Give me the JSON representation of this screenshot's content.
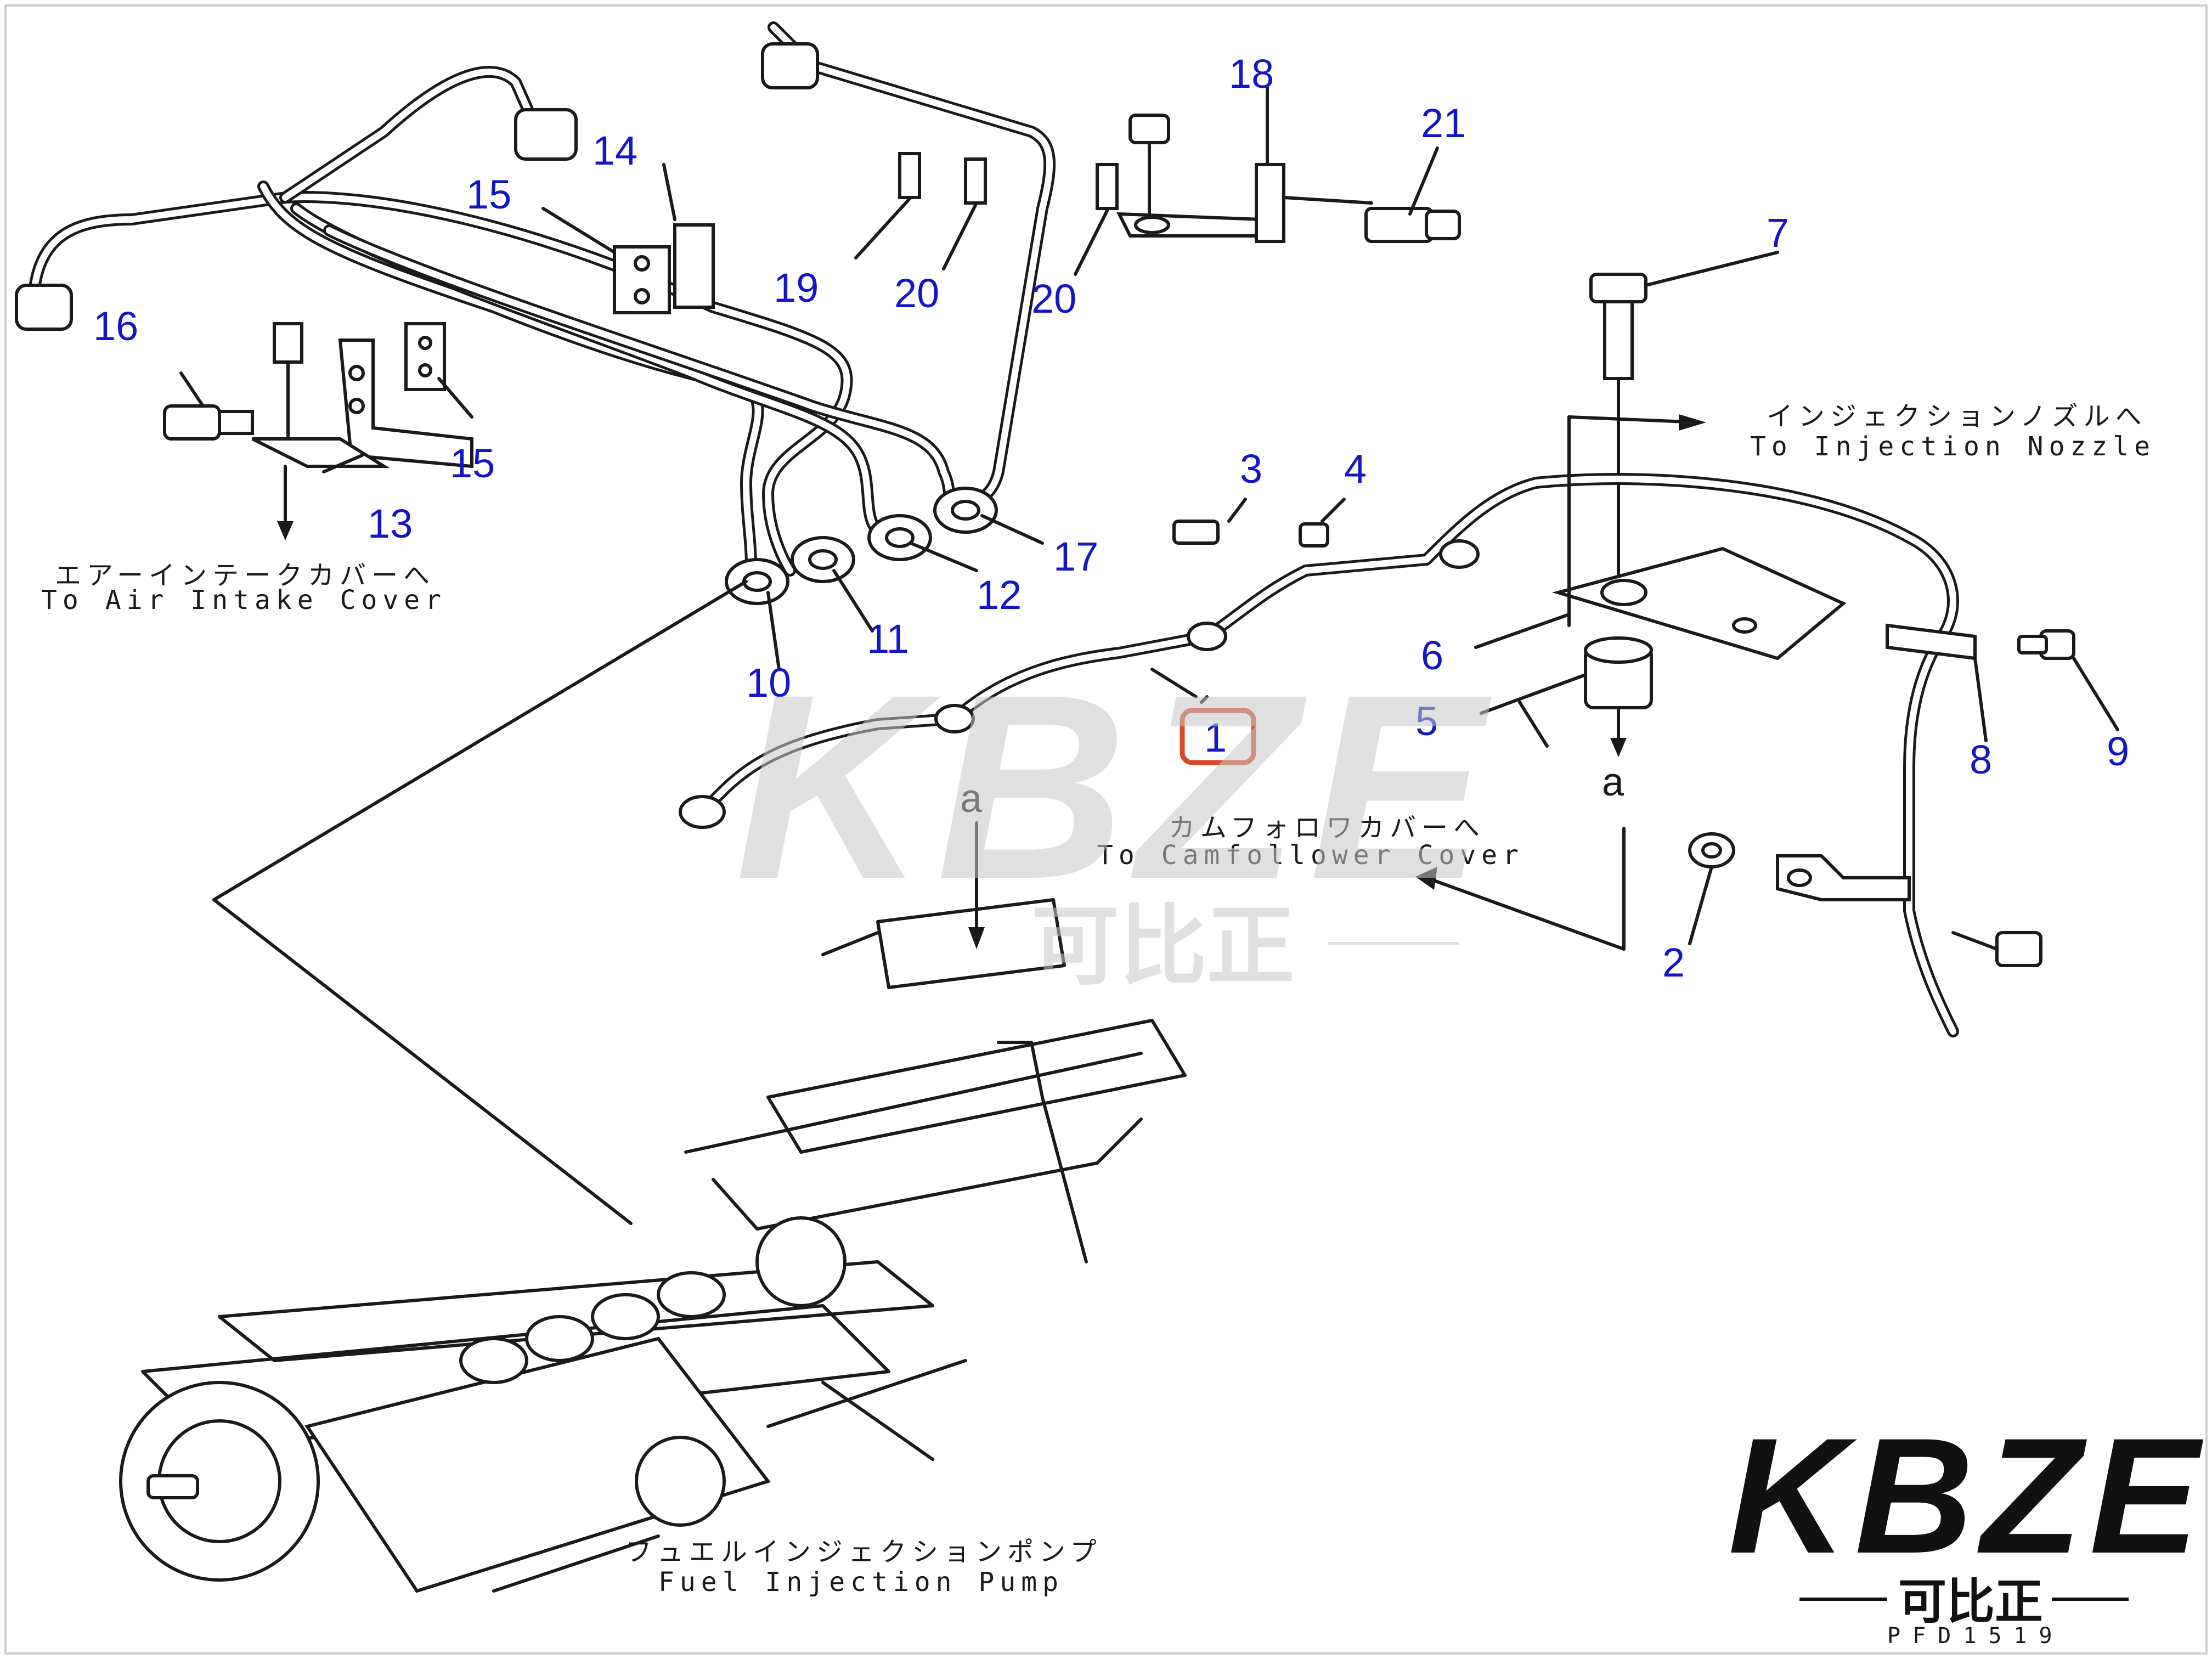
{
  "diagram": {
    "document_id": "PFD1519",
    "highlighted_part": "1",
    "callouts": [
      "1",
      "2",
      "3",
      "4",
      "5",
      "6",
      "7",
      "8",
      "9",
      "10",
      "11",
      "12",
      "13",
      "14",
      "15",
      "15",
      "16",
      "17",
      "18",
      "19",
      "20",
      "20",
      "21"
    ],
    "reference_mark": "a",
    "annotations": {
      "injection_nozzle_jp": "インジェクションノズルへ",
      "injection_nozzle_en": "To Injection Nozzle",
      "air_intake_jp": "エアーインテークカバーへ",
      "air_intake_en": "To Air Intake Cover",
      "camfollower_jp": "カムフォロワカバーへ",
      "camfollower_en": "To Camfollower Cover",
      "pump_jp": "フュエルインジェクションポンプ",
      "pump_en": "Fuel Injection Pump"
    },
    "highlight_color": "#d94a2a",
    "callout_color": "#1414c8"
  },
  "watermark": {
    "brand": "KBZE",
    "chinese": "可比正"
  },
  "logo": {
    "brand": "KBZE",
    "chinese": "可比正"
  }
}
